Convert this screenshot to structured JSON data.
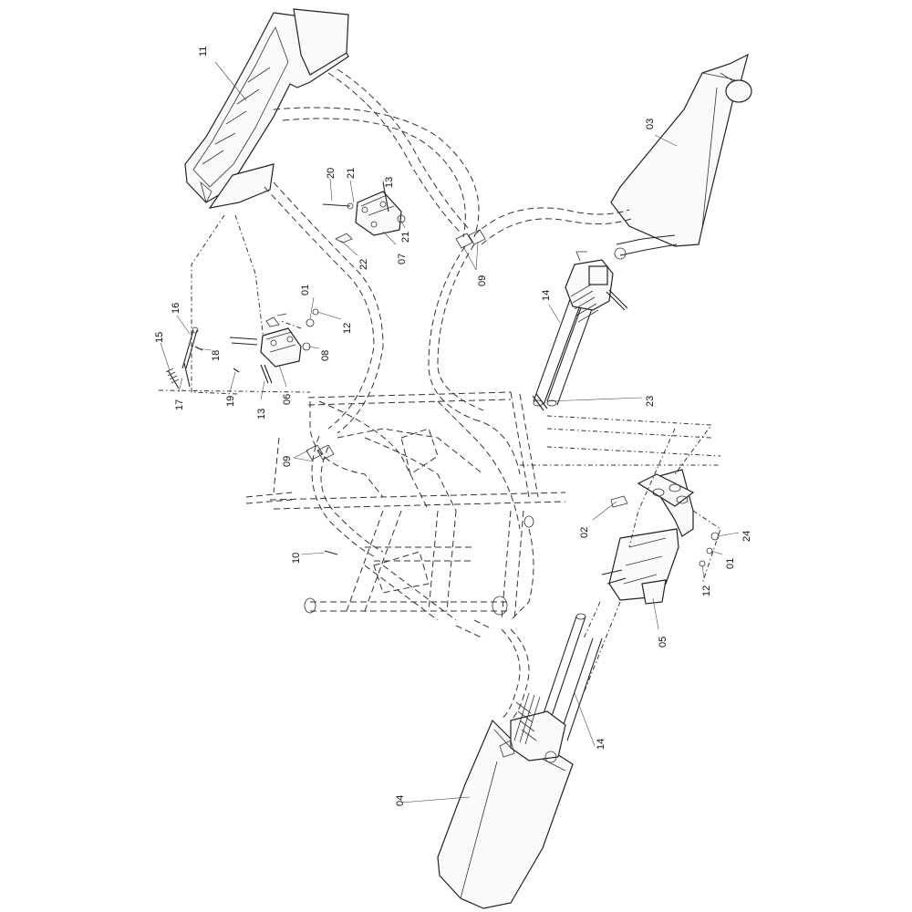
{
  "callouts": [
    {
      "id": "c11a",
      "text": "11"
    },
    {
      "id": "c03",
      "text": "03"
    },
    {
      "id": "c20",
      "text": "20"
    },
    {
      "id": "c21a",
      "text": "21"
    },
    {
      "id": "c13a",
      "text": "13"
    },
    {
      "id": "c21b",
      "text": "21"
    },
    {
      "id": "c22",
      "text": "22"
    },
    {
      "id": "c07",
      "text": "07"
    },
    {
      "id": "c09a",
      "text": "09"
    },
    {
      "id": "c14a",
      "text": "14"
    },
    {
      "id": "c01a",
      "text": "01"
    },
    {
      "id": "c12a",
      "text": "12"
    },
    {
      "id": "c08",
      "text": "08"
    },
    {
      "id": "c16",
      "text": "16"
    },
    {
      "id": "c15",
      "text": "15"
    },
    {
      "id": "c18",
      "text": "18"
    },
    {
      "id": "c17",
      "text": "17"
    },
    {
      "id": "c19",
      "text": "19"
    },
    {
      "id": "c13b",
      "text": "13"
    },
    {
      "id": "c06",
      "text": "06"
    },
    {
      "id": "c23",
      "text": "23"
    },
    {
      "id": "c09b",
      "text": "09"
    },
    {
      "id": "c02",
      "text": "02"
    },
    {
      "id": "c24",
      "text": "24"
    },
    {
      "id": "c01b",
      "text": "01"
    },
    {
      "id": "c12b",
      "text": "12"
    },
    {
      "id": "c10",
      "text": "10"
    },
    {
      "id": "c05",
      "text": "05"
    },
    {
      "id": "c14b",
      "text": "14"
    },
    {
      "id": "c04",
      "text": "04"
    }
  ]
}
